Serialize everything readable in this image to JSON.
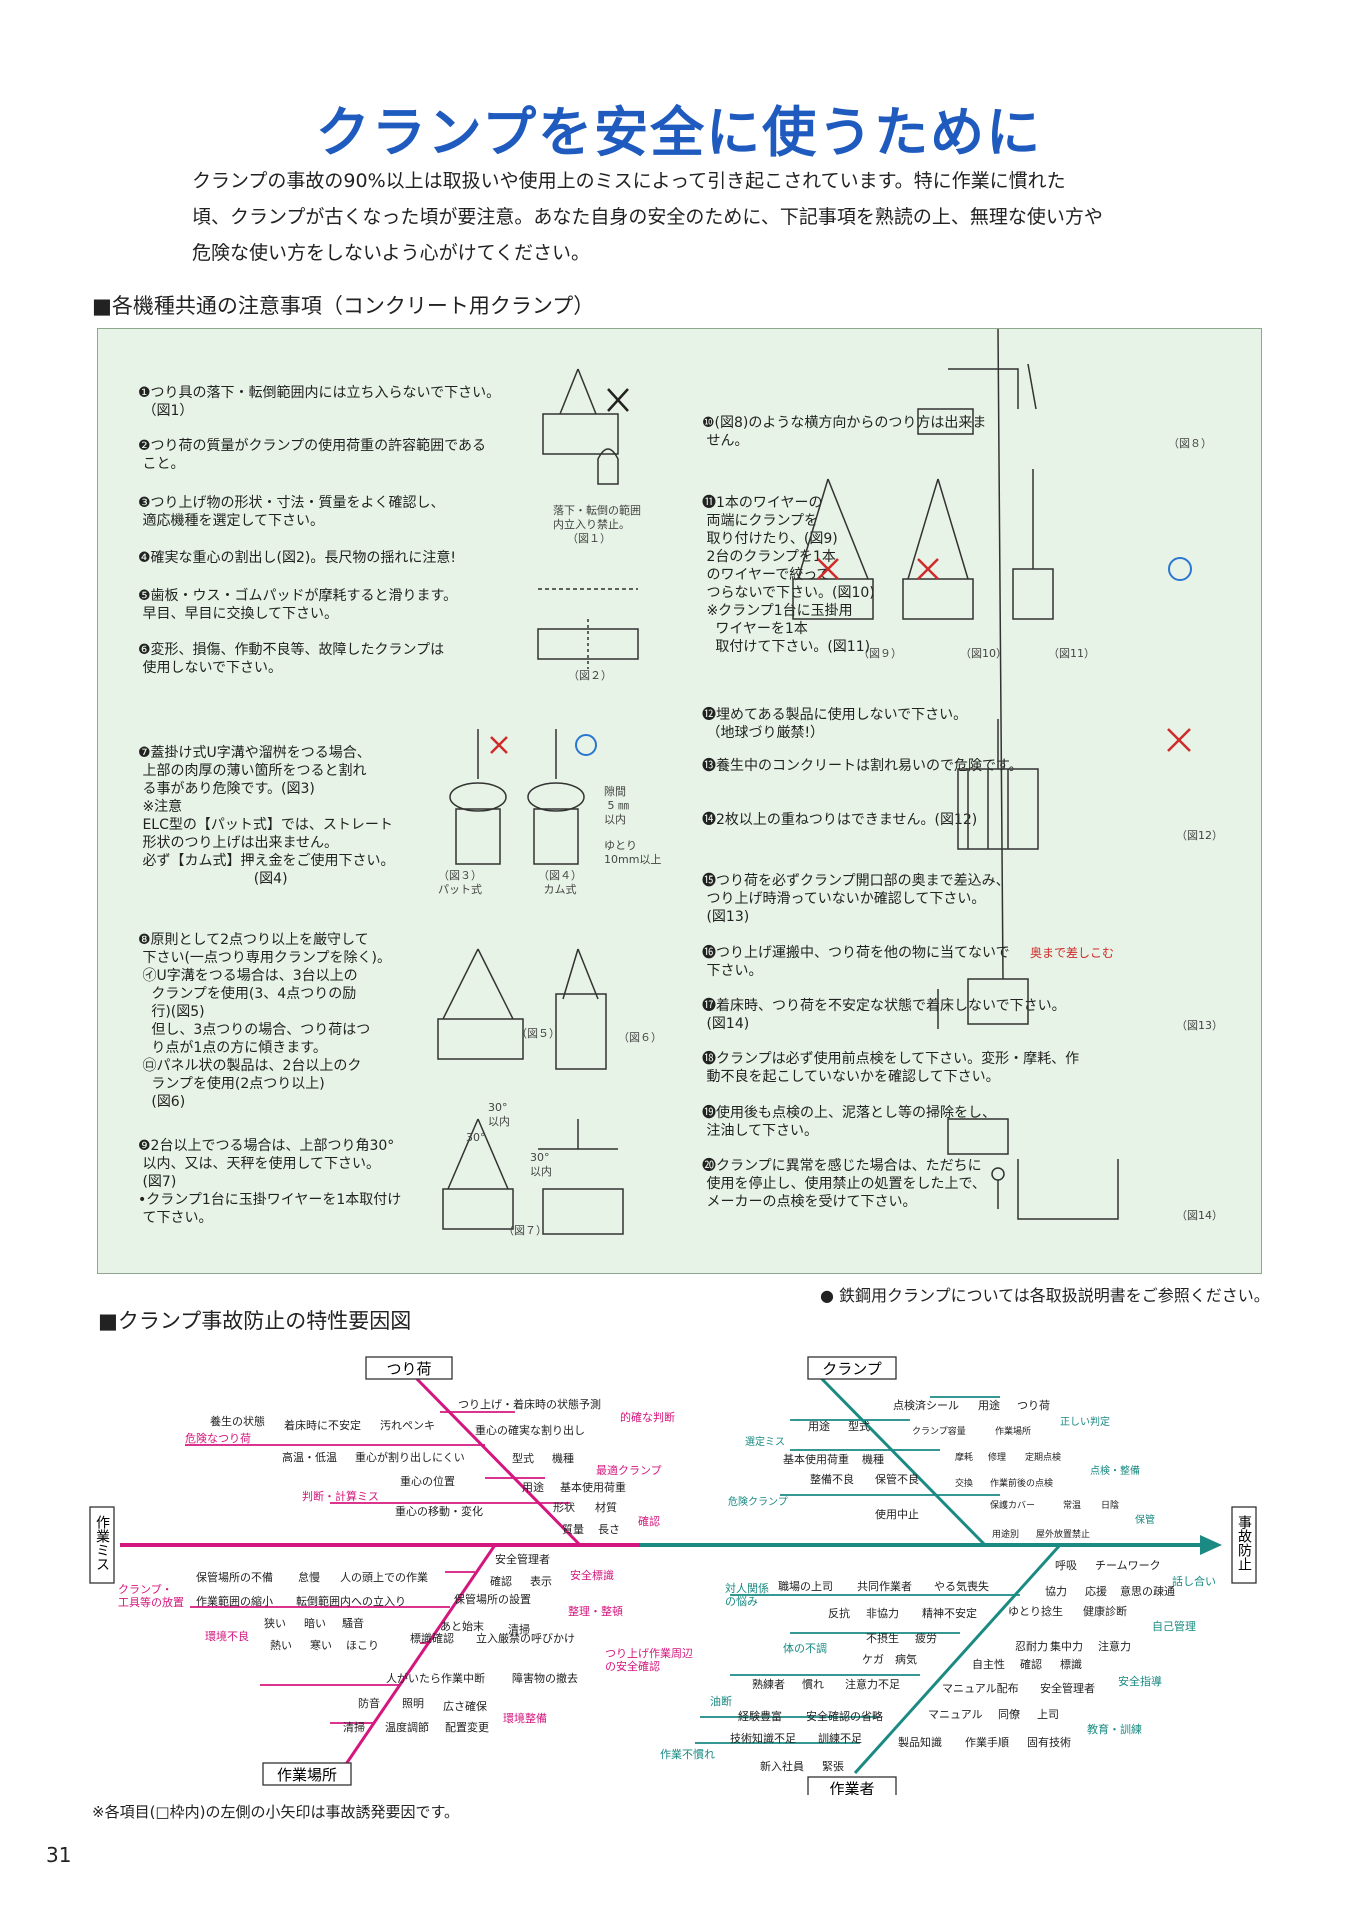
{
  "title": "クランプを安全に使うために",
  "intro": [
    "クランプの事故の90%以上は取扱いや使用上のミスによって引き起こされています。特に作業に慣れた",
    "頃、クランプが古くなった頃が要注意。あなた自身の安全のために、下記事項を熟読の上、無理な使い方や",
    "危険な使い方をしないよう心がけてください。"
  ],
  "section1_title": "■各機種共通の注意事項（コンクリート用クランプ）",
  "cautions": {
    "i1": "❶つり具の落下・転倒範囲内には立ち入らないで下さい。\n （図1）",
    "i2": "❷つり荷の質量がクランプの使用荷重の許容範囲である\n こと。",
    "i3": "❸つり上げ物の形状・寸法・質量をよく確認し、\n 適応機種を選定して下さい。",
    "i4": "❹確実な重心の割出し(図2)。長尺物の揺れに注意!",
    "i5": "❺歯板・ウス・ゴムパッドが摩耗すると滑ります。\n 早目、早目に交換して下さい。",
    "i6": "❻変形、損傷、作動不良等、故障したクランプは\n 使用しないで下さい。",
    "i7": "❼蓋掛け式U字溝や溜桝をつる場合、\n 上部の肉厚の薄い箇所をつると割れ\n る事があり危険です。(図3)\n ※注意\n ELC型の【パット式】では、ストレート\n 形状のつり上げは出来ません。\n 必ず【カム式】押え金をご使用下さい。\n                          (図4)",
    "i8": "❽原則として2点つり以上を厳守して\n 下さい(一点つり専用クランプを除く)。\n ㋑U字溝をつる場合は、3台以上の\n   クランプを使用(3、4点つりの励\n   行)(図5)\n   但し、3点つりの場合、つり荷はつ\n   り点が1点の方に傾きます。\n ㋺パネル状の製品は、2台以上のク\n   ランプを使用(2点つり以上)\n   (図6)",
    "i9": "❾2台以上でつる場合は、上部つり角30°\n 以内、又は、天秤を使用して下さい。\n (図7)\n•クランプ1台に玉掛ワイヤーを1本取付け\n て下さい。",
    "i10": "❿(図8)のような横方向からのつり方は出来ま\n せん。",
    "i11": "⓫1本のワイヤーの\n 両端にクランプを\n 取り付けたり、(図9)\n 2台のクランプを1本\n のワイヤーで絞って\n つらないで下さい。(図10)\n ※クランプ1台に玉掛用\n   ワイヤーを1本\n   取付けて下さい。(図11)",
    "i12": "⓬埋めてある製品に使用しないで下さい。\n （地球づり厳禁!）",
    "i13": "⓭養生中のコンクリートは割れ易いので危険です。",
    "i14": "⓮2枚以上の重ねつりはできません。(図12)",
    "i15": "⓯つり荷を必ずクランプ開口部の奥まで差込み、\n つり上げ時滑っていないか確認して下さい。\n (図13)",
    "i16": "⓰つり上げ運搬中、つり荷を他の物に当てないで\n 下さい。",
    "i17": "⓱着床時、つり荷を不安定な状態で着床しないで下さい。\n (図14)",
    "i18": "⓲クランプは必ず使用前点検をして下さい。変形・摩耗、作\n 動不良を起こしていないかを確認して下さい。",
    "i19": "⓳使用後も点検の上、泥落とし等の掃除をし、\n 注油して下さい。",
    "i20": "⓴クランプに異常を感じた場合は、ただちに\n 使用を停止し、使用禁止の処置をした上で、\n メーカーの点検を受けて下さい。"
  },
  "figures": {
    "fig1": "落下・転倒の範囲\n内立入り禁止。\n    （図１）",
    "fig2": "（図２）",
    "fig3": "（図３）\nパット式",
    "fig4": "（図４）\nカム式",
    "gap": "隙間\n 5 ㎜\n以内",
    "yutori": "ゆとり\n10mm以上",
    "fig5": "（図５）",
    "fig6": "（図６）",
    "fig7": "（図７）",
    "angle": "30°\n以内",
    "angle2": "30°",
    "fig8": "（図８）",
    "fig9": "（図９）",
    "fig10": "（図10）",
    "fig11": "（図11）",
    "fig12": "（図12）",
    "fig13": "（図13）",
    "fig14": "（図14）",
    "okumade": "奥まで差しこむ"
  },
  "steel_note": "● 鉄鋼用クランプについては各取扱説明書をご参照ください。",
  "section2_title": "■クランプ事故防止の特性要因図",
  "fishbone": {
    "start": "作業ミス",
    "end": "事故防止",
    "cat_tsuri": "つり荷",
    "cat_clamp": "クランプ",
    "cat_place": "作業場所",
    "cat_worker": "作業者",
    "pink": {
      "a1": "養生の状態",
      "a2": "着床時に不安定",
      "a3": "汚れペンキ",
      "a4": "危険なつり荷",
      "a5": "高温・低温",
      "a6": "重心が割り出しにくい",
      "a7": "つり上げ・着床時の状態予測",
      "a8": "的確な判断",
      "a9": "重心の確実な割り出し",
      "a10": "型式",
      "a11": "機種",
      "a12": "最適クランプ",
      "a13": "重心の位置",
      "a14": "用途",
      "a15": "基本使用荷重",
      "a16": "判断・計算ミス",
      "a17": "重心の移動・変化",
      "a18": "形状",
      "a19": "材質",
      "a20": "確認",
      "a21": "質量",
      "a22": "長さ",
      "b1": "安全管理者",
      "b2": "確認",
      "b3": "表示",
      "b4": "安全標識",
      "b5": "クランプ・\n工具等の放置",
      "b6": "保管場所の不備",
      "b7": "怠慢",
      "b8": "人の頭上での作業",
      "b9": "作業範囲の縮小",
      "b10": "転倒範囲内への立入り",
      "b11": "保管場所の設置",
      "b12": "整理・整頓",
      "b13": "狭い",
      "b14": "暗い",
      "b15": "騒音",
      "b16": "あと始末",
      "b17": "清掃",
      "b18": "環境不良",
      "b19": "熱い",
      "b20": "寒い",
      "b21": "ほこり",
      "b22": "標識確認",
      "b23": "立入厳禁の呼びかけ",
      "b24": "つり上げ作業周辺\nの安全確認",
      "b25": "人がいたら作業中断",
      "b26": "障害物の撤去",
      "b27": "防音",
      "b28": "照明",
      "b29": "広さ確保",
      "b30": "環境整備",
      "b31": "清掃",
      "b32": "温度調節",
      "b33": "配置変更"
    },
    "teal": {
      "c1": "点検済シール",
      "c2": "用途",
      "c3": "つり荷",
      "c4": "正しい判定",
      "c5": "用途",
      "c6": "型式",
      "c7": "クランプ容量",
      "c8": "作業場所",
      "c9": "選定ミス",
      "c10": "基本使用荷重",
      "c11": "機種",
      "c12": "摩耗",
      "c13": "修理",
      "c14": "定期点検",
      "c15": "点検・整備",
      "c16": "整備不良",
      "c17": "保管不良",
      "c18": "交換",
      "c19": "作業前後の点検",
      "c20": "危険クランプ",
      "c21": "保護カバー",
      "c22": "常温",
      "c23": "日陰",
      "c24": "保管",
      "c25": "使用中止",
      "c26": "用途別",
      "c27": "屋外放置禁止",
      "d1": "呼吸",
      "d2": "チームワーク",
      "d3": "話し合い",
      "d4": "対人関係\nの悩み",
      "d5": "職場の上司",
      "d6": "共同作業者",
      "d7": "やる気喪失",
      "d8": "協力",
      "d9": "応援",
      "d10": "意思の疎通",
      "d11": "反抗",
      "d12": "非協力",
      "d13": "精神不安定",
      "d14": "ゆとり捻生",
      "d15": "健康診断",
      "d16": "自己管理",
      "d17": "不摂生",
      "d18": "疲労",
      "d19": "体の不調",
      "d20": "ケガ",
      "d21": "病気",
      "d22": "忍耐力",
      "d23": "集中力",
      "d24": "注意力",
      "d25": "自主性",
      "d26": "確認",
      "d27": "標識",
      "d28": "安全指導",
      "d29": "熟練者",
      "d30": "慣れ",
      "d31": "注意力不足",
      "d32": "マニュアル配布",
      "d33": "安全管理者",
      "d34": "油断",
      "d35": "経験豊富",
      "d36": "安全確認の省略",
      "d37": "マニュアル",
      "d38": "同僚",
      "d39": "上司",
      "d40": "教育・訓練",
      "d41": "技術知識不足",
      "d42": "訓練不足",
      "d43": "製品知識",
      "d44": "作業手順",
      "d45": "固有技術",
      "d46": "作業不慣れ",
      "d47": "新入社員",
      "d48": "緊張"
    }
  },
  "footnote": "※各項目(□枠内)の左側の小矢印は事故誘発要因です。",
  "page_number": "31",
  "colors": {
    "title": "#1f5bbf",
    "pink": "#d4177e",
    "teal": "#1a8a82",
    "panel": "#e7f3e6"
  }
}
